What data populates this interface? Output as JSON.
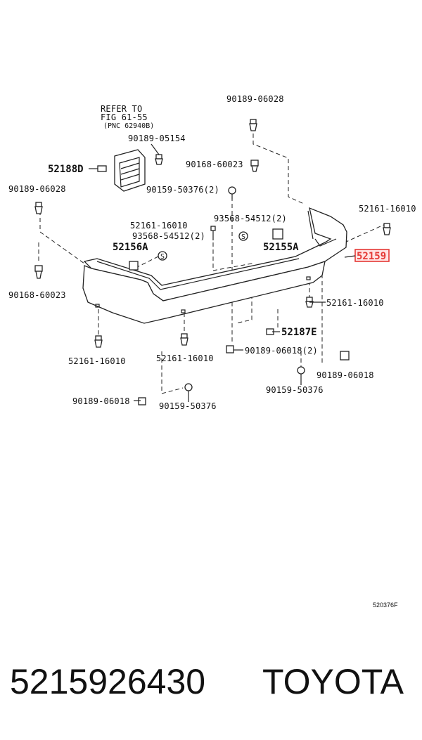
{
  "diagram": {
    "refer": [
      "REFER TO",
      "FIG 61-55",
      "(PNC 62940B)"
    ],
    "labels": {
      "p90189_06028_top": "90189-06028",
      "p90189_05154": "90189-05154",
      "p52188D": "52188D",
      "p90168_60023_top": "90168-60023",
      "p90189_06028_left": "90189-06028",
      "p90159_50376_2": "90159-50376(2)",
      "p52161_16010_topright": "52161-16010",
      "p52161_16010_mid": "52161-16010",
      "p93568_54512_a": "93568-54512(2)",
      "p93568_54512_b": "93568-54512(2)",
      "p52156A": "52156A",
      "p52155A": "52155A",
      "p52159": "52159",
      "p90168_60023_left": "90168-60023",
      "p52161_16010_right": "52161-16010",
      "p52187E": "52187E",
      "p90189_06018_2": "90189-06018(2)",
      "p52161_16010_bl": "52161-16010",
      "p52161_16010_bc": "52161-16010",
      "p90189_06018_r": "90189-06018",
      "p90159_50376_r": "90159-50376",
      "p90189_06018_b": "90189-06018",
      "p90159_50376_b": "90159-50376",
      "ref_code": "520376F"
    },
    "highlight_color": "#e53935"
  },
  "footer": {
    "part_number": "5215926430",
    "brand": "TOYOTA"
  }
}
